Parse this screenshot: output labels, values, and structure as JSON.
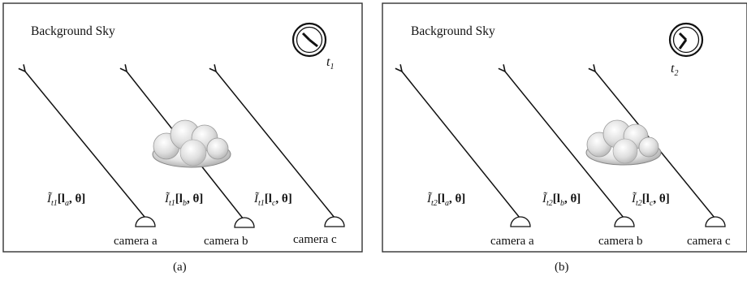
{
  "panels": [
    {
      "id": "a",
      "background_label": "Background Sky",
      "time_label": "t",
      "time_sub": "1",
      "caption": "(a)",
      "cameras": [
        {
          "label": "camera a",
          "ray_label": "Ĩ",
          "ray_sub": "t1",
          "ray_args": "[l",
          "ray_arg_sub": "a",
          "ray_end": ", θ]"
        },
        {
          "label": "camera b",
          "ray_label": "Ĩ",
          "ray_sub": "t1",
          "ray_args": "[l",
          "ray_arg_sub": "b",
          "ray_end": ", θ]"
        },
        {
          "label": "camera c",
          "ray_label": "Ĩ",
          "ray_sub": "t1",
          "ray_args": "[l",
          "ray_arg_sub": "c",
          "ray_end": ", θ]"
        }
      ]
    },
    {
      "id": "b",
      "background_label": "Background Sky",
      "time_label": "t",
      "time_sub": "2",
      "caption": "(b)",
      "cameras": [
        {
          "label": "camera a",
          "ray_label": "Ĩ",
          "ray_sub": "t2",
          "ray_args": "[l",
          "ray_arg_sub": "a",
          "ray_end": ", θ]"
        },
        {
          "label": "camera b",
          "ray_label": "Ĩ",
          "ray_sub": "t2",
          "ray_args": "[l",
          "ray_arg_sub": "b",
          "ray_end": ", θ]"
        },
        {
          "label": "camera c",
          "ray_label": "Ĩ",
          "ray_sub": "t2",
          "ray_args": "[l",
          "ray_arg_sub": "c",
          "ray_end": ", θ]"
        }
      ]
    }
  ],
  "icons": [
    "clock-icon",
    "cloud-icon",
    "camera-icon",
    "arrow-icon"
  ]
}
